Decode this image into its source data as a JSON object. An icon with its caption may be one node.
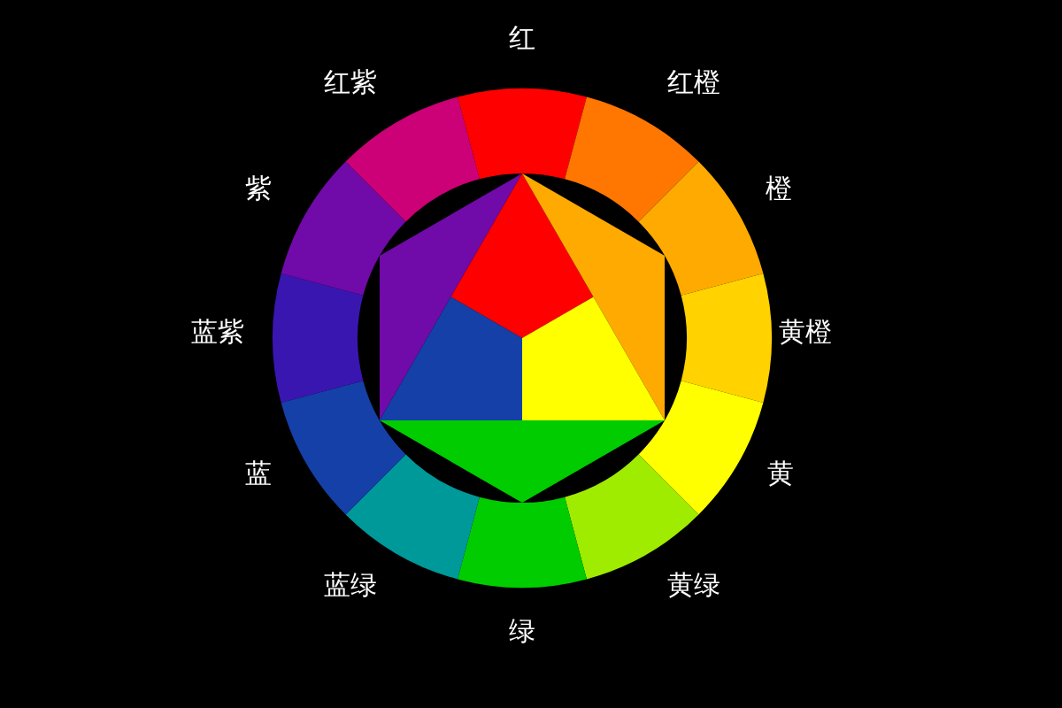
{
  "diagram": {
    "nodes": [
      {
        "text": [],
        "shape": "triangle"
      },
      {
        "text": [],
        "shape": "kite"
      },
      {
        "text": [],
        "shape": "triangle"
      },
      {
        "text": [],
        "shape": "quadrilateral"
      },
      {
        "text": [],
        "shape": "quadrilateral"
      },
      {
        "text": [],
        "shape": "triangle"
      }
    ],
    "legend": [
      {
        "text": "红",
        "color": "#ff0000"
      },
      {
        "text": "红橙",
        "color": "#ff7700"
      },
      {
        "text": "橙",
        "color": "#ffaa00"
      },
      {
        "text": "黄橙",
        "color": "#ffd200"
      },
      {
        "text": "黄",
        "color": "#ffff00"
      },
      {
        "text": "黄绿",
        "color": "#a0ec00"
      },
      {
        "text": "绿",
        "color": "#00cc00"
      },
      {
        "text": "蓝绿",
        "color": "#009999"
      },
      {
        "text": "蓝",
        "color": "#1440a8"
      },
      {
        "text": "蓝紫",
        "color": "#3a16b0"
      },
      {
        "text": "紫",
        "color": "#700aa8"
      },
      {
        "text": "红紫",
        "color": "#cc0077"
      }
    ]
  }
}
